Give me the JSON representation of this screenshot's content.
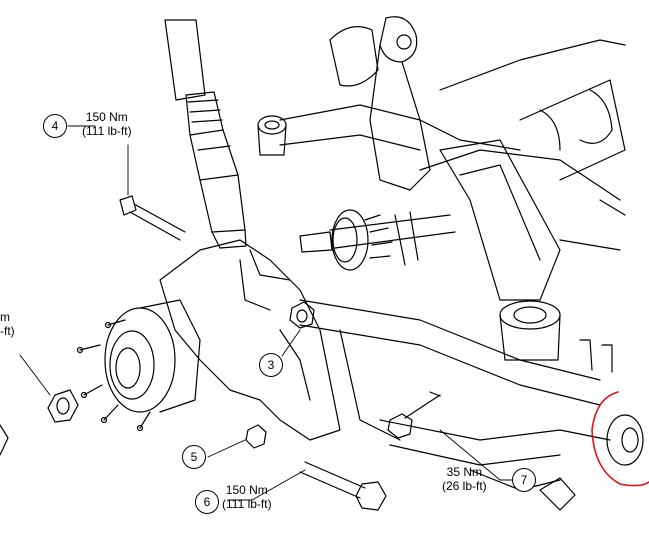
{
  "callouts": {
    "c3": "3",
    "c4": "4",
    "c5": "5",
    "c6": "6",
    "c7": "7"
  },
  "torques": {
    "t4": {
      "nm": "150 Nm",
      "lbft": "(111 lb-ft)"
    },
    "t6": {
      "nm": "150 Nm",
      "lbft": "(111 lb-ft)"
    },
    "t7": {
      "nm": "35 Nm",
      "lbft": "(26 lb-ft)"
    },
    "t_left": {
      "nm": "m",
      "lbft": "-ft)"
    }
  },
  "colors": {
    "line": "#000000",
    "highlight": "#e01010"
  }
}
